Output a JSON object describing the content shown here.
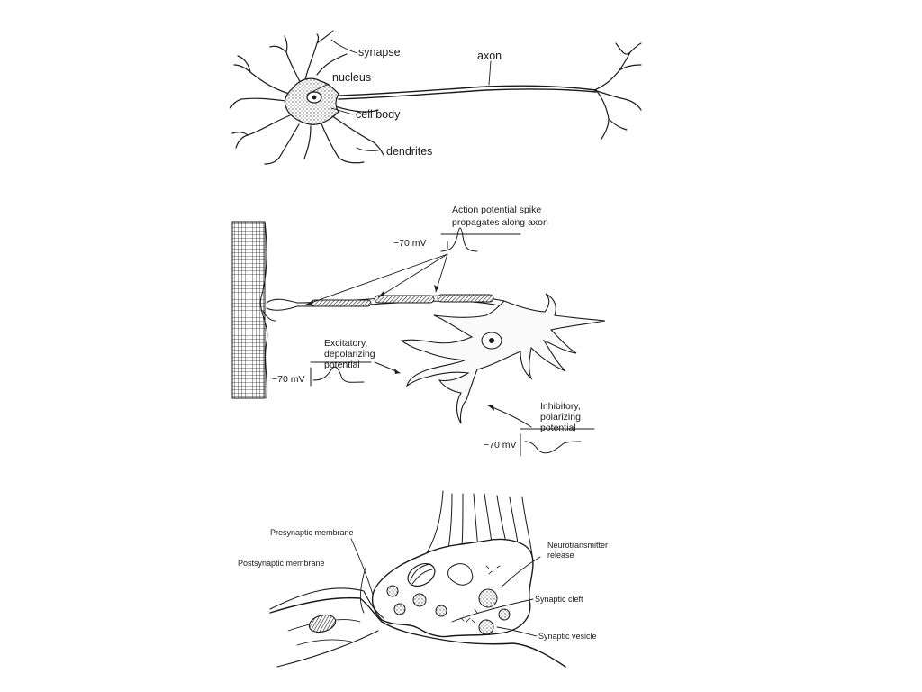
{
  "neuron_panel": {
    "labels": {
      "synapse": "synapse",
      "axon": "axon",
      "nucleus": "nucleus",
      "cell_body": "cell body",
      "dendrites": "dendrites"
    }
  },
  "potential_panel": {
    "action_potential": [
      "Action potential spike",
      "propagates along axon"
    ],
    "resting_top": "−70  mV",
    "excitatory": [
      "Excitatory,",
      "depolarizing",
      "potential"
    ],
    "resting_left": "−70 mV",
    "inhibitory": [
      "Inhibitory,",
      "polarizing",
      "potential"
    ],
    "resting_bottom": "−70 mV"
  },
  "synapse_panel": {
    "presynaptic": "Presynaptic membrane",
    "postsynaptic": "Postsynaptic membrane",
    "neurotransmitter": [
      "Neurotransmitter",
      "release"
    ],
    "cleft": "Synaptic cleft",
    "vesicle": "Synaptic vesicle"
  }
}
